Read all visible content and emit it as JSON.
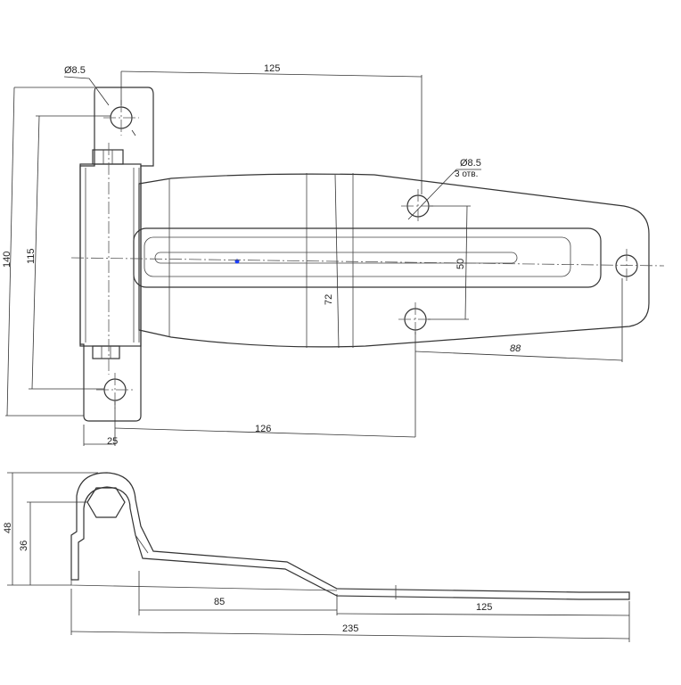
{
  "top_view": {
    "dim_hole_dia_left": "Ø8.5",
    "dim_top_width": "125",
    "dim_hole_dia_right": "Ø8.5",
    "dim_holes_note": "3 отв.",
    "dim_total_height": "140",
    "dim_hole_spacing_vertical": "115",
    "dim_plate_height": "72",
    "dim_hole_spacing_right": "50",
    "dim_right_offset": "88",
    "dim_bottom_length": "126",
    "dim_knuckle_width": "25"
  },
  "side_view": {
    "dim_height": "48",
    "dim_pivot_height": "36",
    "dim_mid_length": "85",
    "dim_right_length": "125",
    "dim_total_length": "235"
  },
  "colors": {
    "line": "#333333",
    "accent_dot": "#1a3cff"
  }
}
